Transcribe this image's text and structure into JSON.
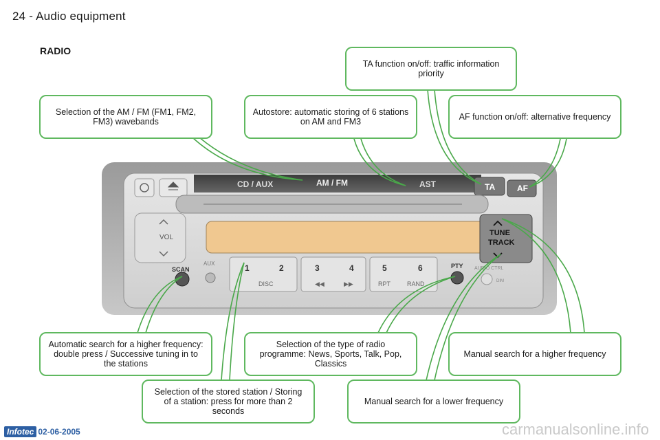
{
  "header": {
    "page_number": "24",
    "separator": "-",
    "title": "Audio equipment"
  },
  "section_title": "RADIO",
  "callouts": {
    "ta": "TA function on/off: traffic information priority",
    "band": "Selection of the AM / FM (FM1, FM2, FM3) wavebands",
    "autostore": "Autostore: automatic storing of 6 stations on AM and FM3",
    "af": "AF function on/off: alternative frequency",
    "scan": "Automatic search for a higher frequency: double press / Successive tuning in to the stations",
    "pty": "Selection of the type of radio programme: News, Sports, Talk, Pop, Classics",
    "tune_up": "Manual search for a higher frequency",
    "preset": "Selection of the stored station / Storing of a station: press for more than 2 seconds",
    "tune_down": "Manual search for a lower frequency"
  },
  "unit": {
    "cd_aux": "CD / AUX",
    "am_fm": "AM / FM",
    "ast": "AST",
    "ta": "TA",
    "af": "AF",
    "vol": "VOL",
    "scan": "SCAN",
    "aux": "AUX",
    "pty": "PTY",
    "tune": "TUNE",
    "track": "TRACK",
    "disc": "DISC",
    "rpt": "RPT",
    "rand": "RAND",
    "presets": [
      "1",
      "2",
      "3",
      "4",
      "5",
      "6"
    ],
    "audio_ctrl": "AUDIO CTRL",
    "dim": "DIM"
  },
  "footer": {
    "logo": "Infotec",
    "date": "02-06-2005"
  },
  "watermark": "carmanualsonline.info",
  "colors": {
    "callout_border": "#5fb85f",
    "lcd": "#f0c890",
    "footer_blue": "#2d5fa3"
  }
}
